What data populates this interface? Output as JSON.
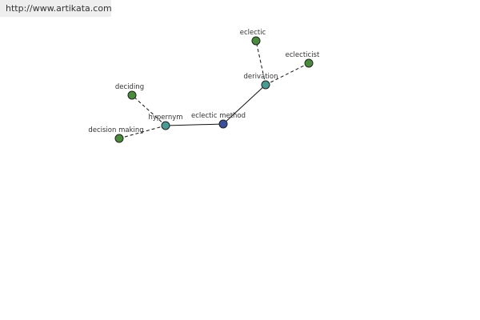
{
  "header": {
    "url_text": "http://www.artikata.com"
  },
  "graph": {
    "colors": {
      "center": "#3a4f9a",
      "relation": "#4a9a94",
      "leaf": "#4a8a3c",
      "edge": "#111111",
      "label": "#333333"
    },
    "nodes": [
      {
        "id": "eclectic-method",
        "label": "eclectic method",
        "kind": "center"
      },
      {
        "id": "hypernym",
        "label": "hypernym",
        "kind": "relation"
      },
      {
        "id": "derivation",
        "label": "derivation",
        "kind": "relation"
      },
      {
        "id": "deciding",
        "label": "deciding",
        "kind": "leaf"
      },
      {
        "id": "decision-making",
        "label": "decision making",
        "kind": "leaf"
      },
      {
        "id": "eclectic",
        "label": "eclectic",
        "kind": "leaf"
      },
      {
        "id": "eclecticist",
        "label": "eclecticist",
        "kind": "leaf"
      }
    ],
    "edges": [
      {
        "from": "eclectic-method",
        "to": "hypernym",
        "style": "solid"
      },
      {
        "from": "eclectic-method",
        "to": "derivation",
        "style": "solid"
      },
      {
        "from": "hypernym",
        "to": "deciding",
        "style": "dashed"
      },
      {
        "from": "hypernym",
        "to": "decision-making",
        "style": "dashed"
      },
      {
        "from": "derivation",
        "to": "eclectic",
        "style": "dashed"
      },
      {
        "from": "derivation",
        "to": "eclecticist",
        "style": "dashed"
      }
    ]
  }
}
